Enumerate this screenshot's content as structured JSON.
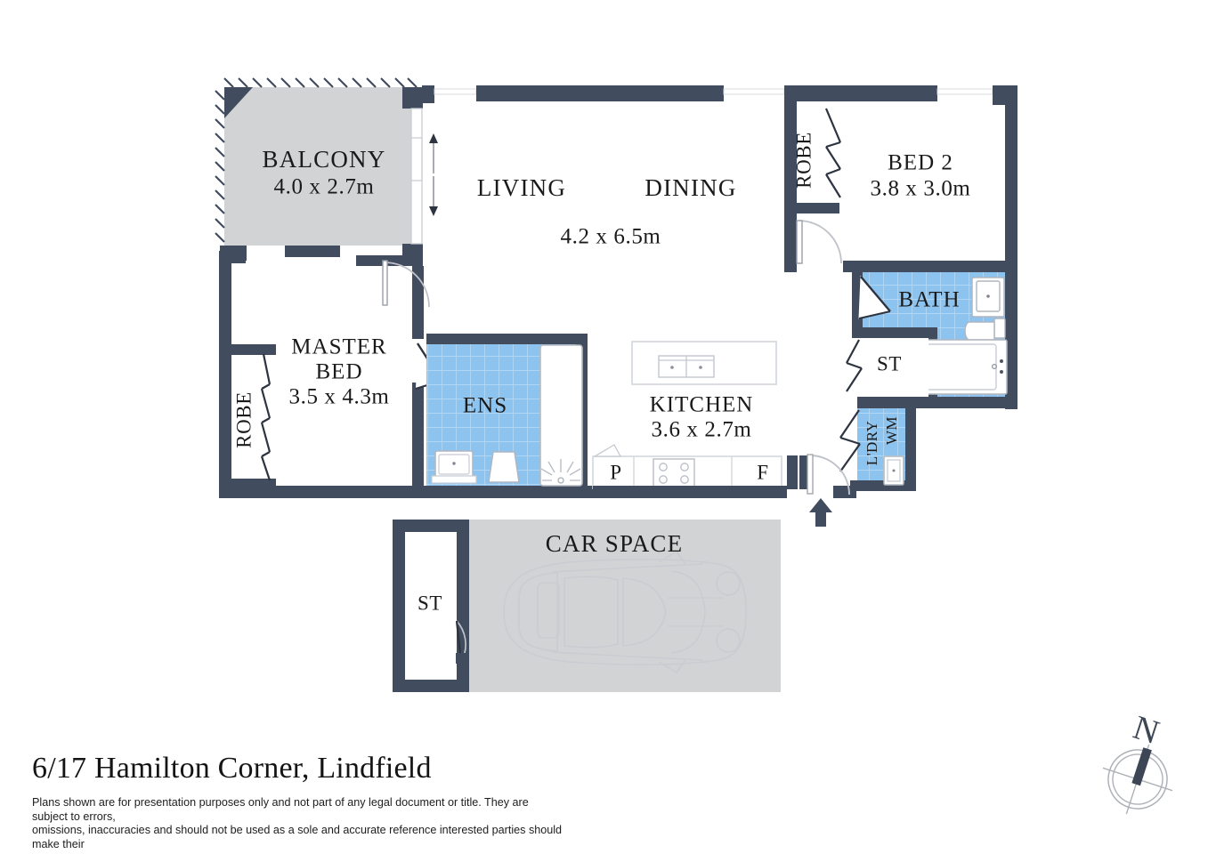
{
  "document": {
    "title": "6/17 Hamilton Corner, Lindfield",
    "disclaimer_line1": "Plans shown are for presentation purposes only and not part of any legal document or title. They are subject to errors,",
    "disclaimer_line2": "omissions, inaccuracies and should not be used as a sole and accurate reference interested parties should make their"
  },
  "colors": {
    "wall": "#414c5e",
    "wet_area": "#8cc3ef",
    "grey_area": "#d2d3d4",
    "fixture_stroke": "#9aa3ae",
    "page_background": "#ffffff",
    "text": "#1a1a1a"
  },
  "compass": {
    "label": "N"
  },
  "rooms": [
    {
      "id": "balcony",
      "name": "BALCONY",
      "dimensions": "4.0 x 2.7m",
      "fill": "grey"
    },
    {
      "id": "living",
      "name": "LIVING",
      "dimensions": "",
      "fill": "white"
    },
    {
      "id": "dining",
      "name": "DINING",
      "dimensions": "",
      "fill": "white"
    },
    {
      "id": "living-dining-dim",
      "name": "",
      "dimensions": "4.2 x 6.5m",
      "fill": "white"
    },
    {
      "id": "bed2",
      "name": "BED 2",
      "dimensions": "3.8 x 3.0m",
      "fill": "white"
    },
    {
      "id": "bed2-robe",
      "name": "ROBE",
      "dimensions": "",
      "fill": "white"
    },
    {
      "id": "bath",
      "name": "BATH",
      "dimensions": "",
      "fill": "wet"
    },
    {
      "id": "bath-st",
      "name": "ST",
      "dimensions": "",
      "fill": "white"
    },
    {
      "id": "laundry",
      "name": "L'DRY",
      "dimensions": "",
      "fill": "wet"
    },
    {
      "id": "laundry-wm",
      "name": "WM",
      "dimensions": "",
      "fill": "wet"
    },
    {
      "id": "master-bed",
      "name_line1": "MASTER",
      "name_line2": "BED",
      "dimensions": "3.5 x 4.3m",
      "fill": "white"
    },
    {
      "id": "master-robe",
      "name": "ROBE",
      "dimensions": "",
      "fill": "white"
    },
    {
      "id": "ensuite",
      "name": "ENS",
      "dimensions": "",
      "fill": "wet"
    },
    {
      "id": "kitchen",
      "name": "KITCHEN",
      "dimensions": "3.6 x 2.7m",
      "fill": "white"
    },
    {
      "id": "pantry",
      "name": "P",
      "dimensions": "",
      "fill": "white"
    },
    {
      "id": "fridge",
      "name": "F",
      "dimensions": "",
      "fill": "white"
    },
    {
      "id": "car-space",
      "name": "CAR SPACE",
      "dimensions": "",
      "fill": "grey"
    },
    {
      "id": "car-st",
      "name": "ST",
      "dimensions": "",
      "fill": "white"
    }
  ]
}
